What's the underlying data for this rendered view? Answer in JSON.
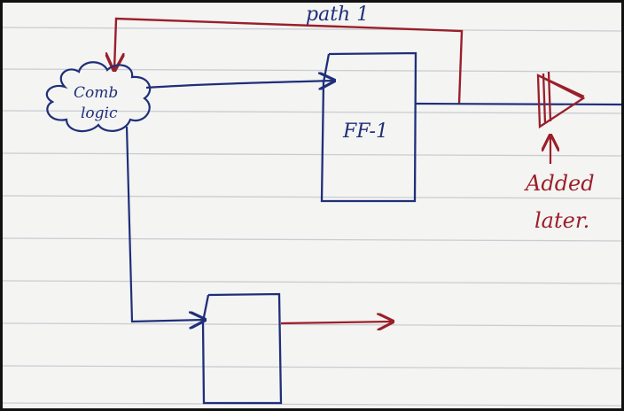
{
  "labels": {
    "path_label": "path 1",
    "cloud_label_line1": "Comb",
    "cloud_label_line2": "logic",
    "ff1_label": "FF-1",
    "note_line1": "Added",
    "note_line2": "later."
  },
  "colors": {
    "paper": "#f4f4f2",
    "ruled_line": "#c9ccd2",
    "ink_blue": "#1f2f7a",
    "ink_red": "#9a1f2a",
    "frame": "#111111"
  },
  "icons": {
    "cloud": "cloud-shape",
    "ff_box": "rectangle",
    "added_gate": "buffer-triangle"
  }
}
